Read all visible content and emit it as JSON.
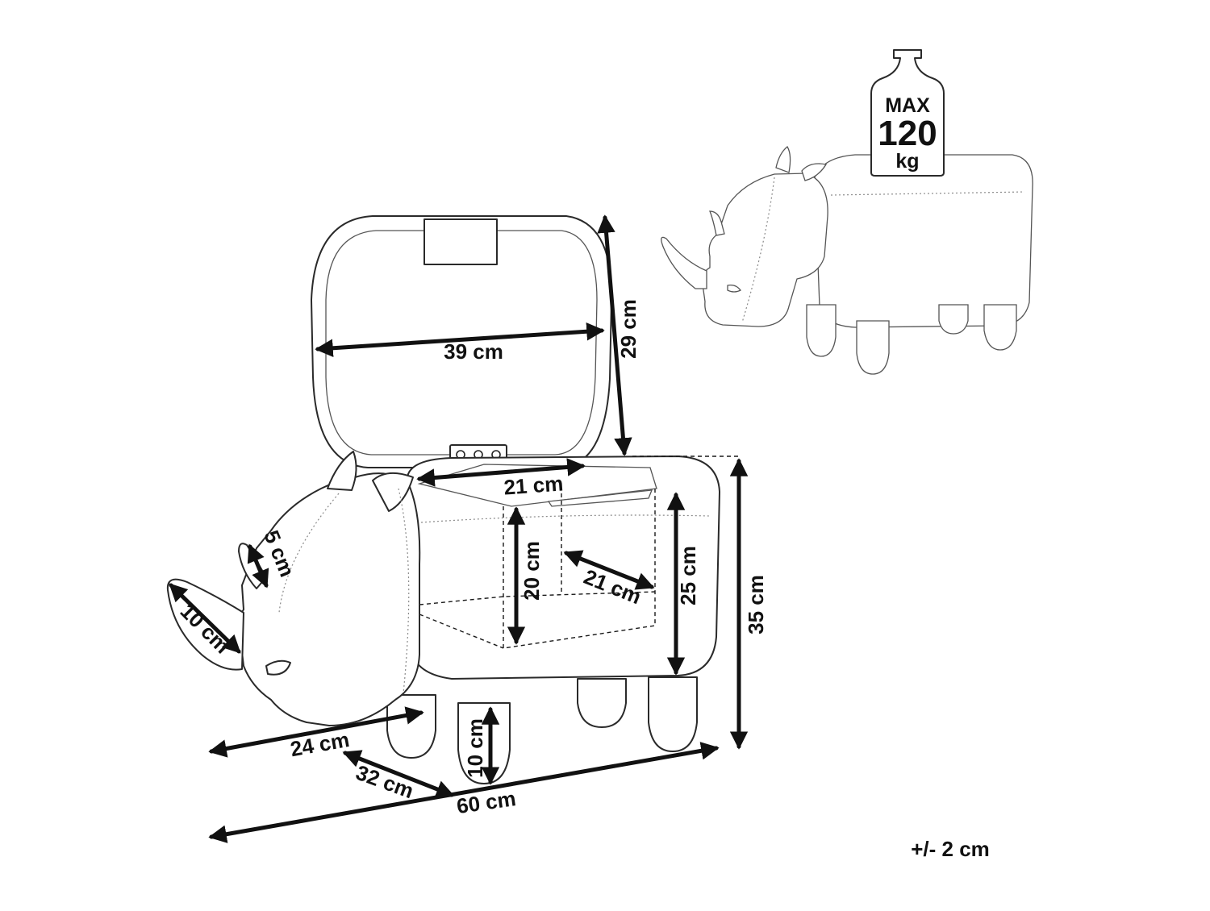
{
  "weight_badge": {
    "max": "MAX",
    "value": "120",
    "unit": "kg"
  },
  "dimensions": {
    "lid_width": "39 cm",
    "lid_height": "29 cm",
    "compartment_width": "21 cm",
    "compartment_height": "20 cm",
    "compartment_depth": "21 cm",
    "body_height": "25 cm",
    "total_height": "35 cm",
    "ear_height": "5 cm",
    "horn_length": "10 cm",
    "leg_height": "10 cm",
    "width": "24 cm",
    "depth": "32 cm",
    "length": "60 cm"
  },
  "tolerance": "+/- 2 cm",
  "colors": {
    "line": "#111111",
    "outline": "#2a2a2a",
    "background": "#ffffff"
  }
}
